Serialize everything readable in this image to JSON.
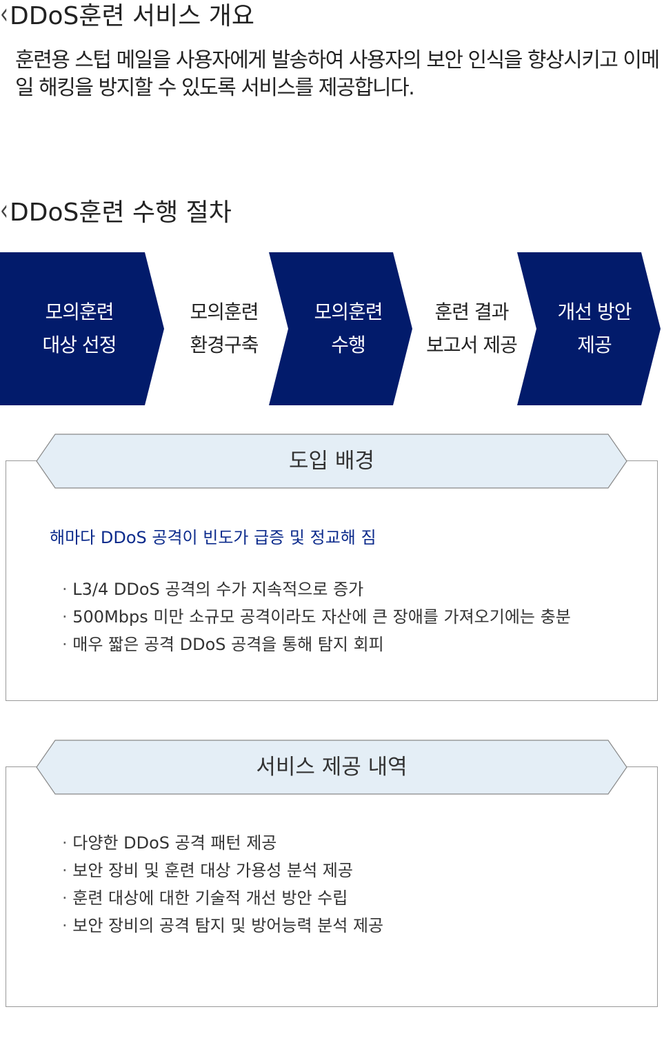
{
  "overview": {
    "title": "DDoS훈련 서비스 개요",
    "description": "훈련용 스텁 메일을 사용자에게 발송하여 사용자의 보안 인식을 향상시키고 이메일 해킹을 방지할 수 있도록 서비스를 제공합니다."
  },
  "procedure": {
    "title": "DDoS훈련 수행 절차",
    "steps": [
      {
        "line1": "모의훈련",
        "line2": "대상 선정"
      },
      {
        "line1": "모의훈련",
        "line2": "환경구축"
      },
      {
        "line1": "모의훈련",
        "line2": "수행"
      },
      {
        "line1": "훈련 결과",
        "line2": "보고서 제공"
      },
      {
        "line1": "개선 방안",
        "line2": "제공"
      }
    ]
  },
  "background": {
    "title": "도입 배경",
    "subtitle": "해마다 DDoS 공격이 빈도가 급증 및 정교해 짐",
    "items": [
      "L3/4 DDoS 공격의 수가 지속적으로 증가",
      "500Mbps 미만 소규모 공격이라도 자산에 큰 장애를 가져오기에는 충분",
      "매우 짧은 공격 DDoS 공격을 통해 탐지 회피"
    ]
  },
  "services": {
    "title": "서비스 제공 내역",
    "items": [
      "다양한 DDoS 공격 패턴 제공",
      "보안 장비 및 훈련 대상 가용성 분석 제공",
      "훈련 대상에 대한 기술적 개선 방안 수립",
      "보안 장비의 공격 탐지 및 방어능력 분석 제공"
    ]
  },
  "colors": {
    "navy": "#021b6b",
    "band": "#e4eef6",
    "subtitle": "#0c2b8c"
  }
}
